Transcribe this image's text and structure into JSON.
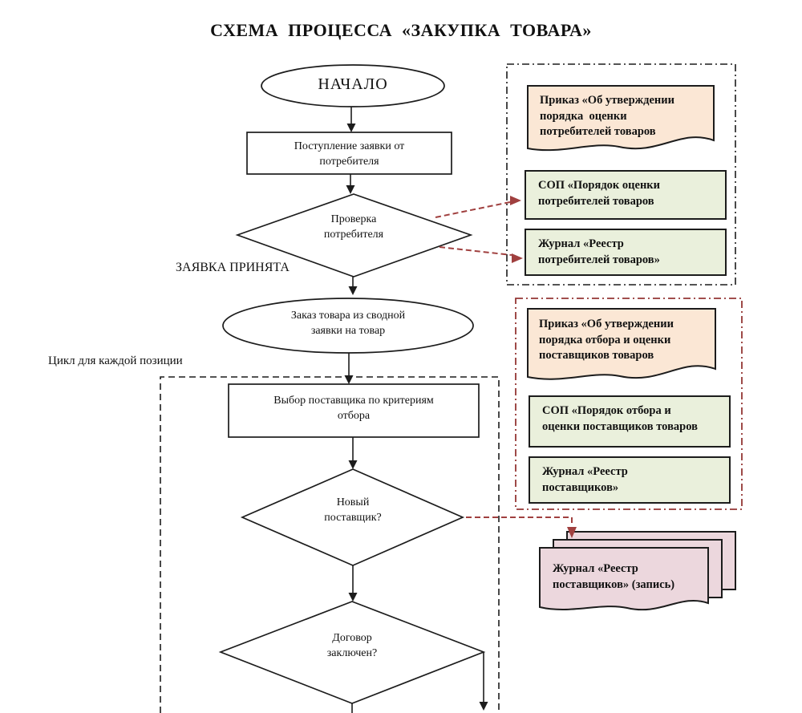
{
  "title": "СХЕМА  ПРОЦЕССА  «ЗАКУПКА  ТОВАРА»",
  "flow": {
    "start": "НАЧАЛО",
    "request_lines": [
      "Поступление заявки от",
      "потребителя"
    ],
    "check_lines": [
      "Проверка",
      "потребителя"
    ],
    "accepted_label": "ЗАЯВКА ПРИНЯТА",
    "order_lines": [
      "Заказ товара из сводной",
      "заявки на товар"
    ],
    "loop_label": "Цикл для каждой позиции",
    "select_lines": [
      "Выбор поставщика по критериям",
      "отбора"
    ],
    "new_supplier_lines": [
      "Новый",
      "поставщик?"
    ],
    "contract_lines": [
      "Договор",
      "заключен?"
    ]
  },
  "consumer_docs": {
    "prikaz_lines": [
      "Приказ «Об утверждении",
      "порядка  оценки",
      "потребителей товаров"
    ],
    "sop_lines": [
      "СОП «Порядок оценки",
      "потребителей товаров"
    ],
    "journal_lines": [
      "Журнал «Реестр",
      "потребителей товаров»"
    ]
  },
  "supplier_docs": {
    "prikaz_lines": [
      "Приказ «Об утверждении",
      "порядка отбора и оценки",
      "поставщиков товаров"
    ],
    "sop_lines": [
      "СОП «Порядок отбора и",
      "оценки поставщиков товаров"
    ],
    "journal_lines": [
      "Журнал «Реестр",
      "поставщиков»"
    ]
  },
  "journal_record_lines": [
    "Журнал «Реестр",
    "поставщиков» (запись)"
  ],
  "colors": {
    "doc-peach": "#fbe7d5",
    "doc-green": "#eaf0dc",
    "doc-pink": "#ecd7dd",
    "arrow-red": "#a0403f",
    "box-red": "#943634",
    "line-black": "#1c1c1c"
  }
}
